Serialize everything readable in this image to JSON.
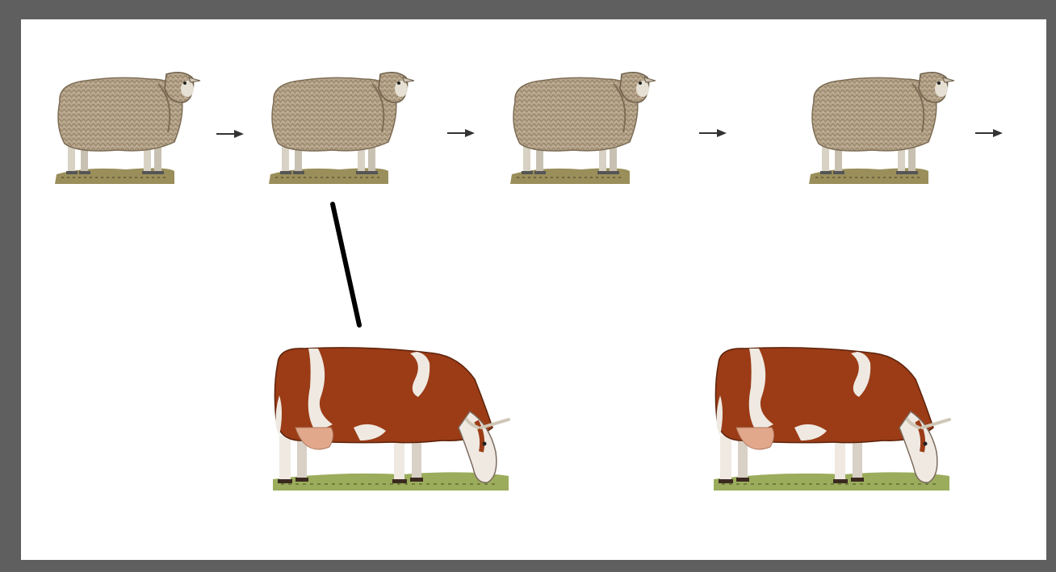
{
  "figure": {
    "frame_color": "#5f5f5f",
    "canvas_color": "#ffffff",
    "sheep_row": {
      "animal": "sheep",
      "count": 4,
      "arrow_count": 4
    },
    "cow_row": {
      "animal": "cow",
      "count": 2
    },
    "connector": {
      "from": "sheep-2",
      "to": "cow-1",
      "color": "#000000"
    },
    "colors": {
      "wool": "#b5a48a",
      "wool_dark": "#8e7c63",
      "ground": "#9a8f5a",
      "cow_brown": "#9b3c16",
      "cow_white": "#efe9e2",
      "udder": "#e2a88c",
      "arrow": "#333333"
    },
    "icons": [
      "sheep-icon",
      "cow-icon",
      "arrow-right-icon"
    ]
  }
}
